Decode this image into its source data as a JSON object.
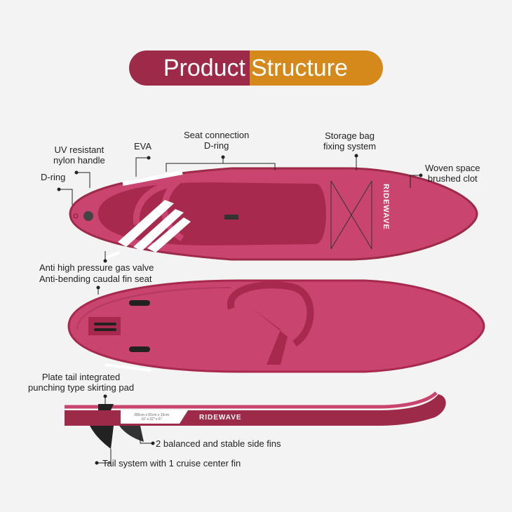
{
  "title": {
    "part1": "Product",
    "part2": "Structure"
  },
  "colors": {
    "maroon": "#9c2a48",
    "orange": "#d4891a",
    "board": "#c9446e",
    "deck": "#a8294e"
  },
  "labels": {
    "d_ring": "D-ring",
    "uv_handle_1": "UV resistant",
    "uv_handle_2": "nylon handle",
    "eva": "EVA",
    "seat_1": "Seat connection",
    "seat_2": "D-ring",
    "storage_1": "Storage bag",
    "storage_2": "fixing system",
    "woven_1": "Woven space",
    "woven_2": "brushed clot",
    "valve": "Anti high pressure gas valve",
    "fin_seat": "Anti-bending caudal fin seat",
    "plate_1": "Plate tail integrated",
    "plate_2": "punching type skirting pad",
    "side_fins": "2 balanced and stable side fins",
    "center_fin": "Tail system with 1 cruise center fin"
  },
  "board": {
    "brand": "RIDEWAVE",
    "spec_metric": "305cm x 81cm x 15cm",
    "spec_imperial": "10' x 32\" x 6\""
  }
}
